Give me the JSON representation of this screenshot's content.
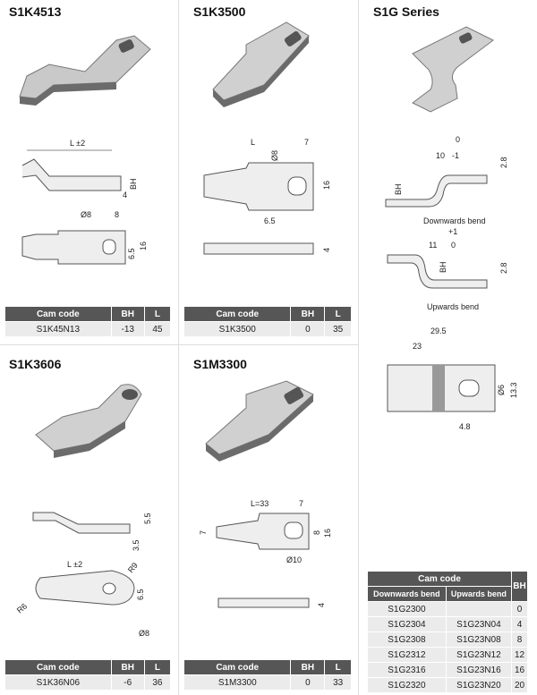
{
  "products": [
    {
      "title": "S1K4513",
      "table": {
        "headers": [
          "Cam code",
          "BH",
          "L"
        ],
        "rows": [
          [
            "S1K45N13",
            "-13",
            "45"
          ]
        ]
      },
      "dims": [
        "L ±2",
        "BH",
        "4",
        "Ø8",
        "8",
        "6.5",
        "16"
      ]
    },
    {
      "title": "S1K3500",
      "table": {
        "headers": [
          "Cam code",
          "BH",
          "L"
        ],
        "rows": [
          [
            "S1K3500",
            "0",
            "35"
          ]
        ]
      },
      "dims": [
        "L",
        "7",
        "Ø8",
        "16",
        "6.5",
        "4"
      ]
    },
    {
      "title": "S1K3606",
      "table": {
        "headers": [
          "Cam code",
          "BH",
          "L"
        ],
        "rows": [
          [
            "S1K36N06",
            "-6",
            "36"
          ]
        ]
      },
      "dims": [
        "5.5",
        "3.5",
        "L ±2",
        "R9",
        "R6",
        "6.5",
        "Ø8"
      ]
    },
    {
      "title": "S1M3300",
      "table": {
        "headers": [
          "Cam code",
          "BH",
          "L"
        ],
        "rows": [
          [
            "S1M3300",
            "0",
            "33"
          ]
        ]
      },
      "dims": [
        "L=33",
        "7",
        "7",
        "8",
        "16",
        "Ø10",
        "4"
      ]
    }
  ],
  "series": {
    "title": "S1G Series",
    "downwards_caption": "Downwards bend",
    "upwards_caption": "Upwards bend",
    "dims_down": [
      "10",
      "0",
      "-1",
      "2.8",
      "BH"
    ],
    "dims_up": [
      "11",
      "+1",
      "0",
      "2.8",
      "BH"
    ],
    "dims_plan": [
      "29.5",
      "23",
      "Ø6",
      "13.3",
      "4.8"
    ],
    "table": {
      "group_header": "Cam code",
      "sub_headers": [
        "Downwards bend",
        "Upwards bend"
      ],
      "bh_header": "BH",
      "rows": [
        [
          "S1G2300",
          "",
          "0"
        ],
        [
          "S1G2304",
          "S1G23N04",
          "4"
        ],
        [
          "S1G2308",
          "S1G23N08",
          "8"
        ],
        [
          "S1G2312",
          "S1G23N12",
          "12"
        ],
        [
          "S1G2316",
          "S1G23N16",
          "16"
        ],
        [
          "S1G2320",
          "S1G23N20",
          "20"
        ]
      ]
    }
  }
}
